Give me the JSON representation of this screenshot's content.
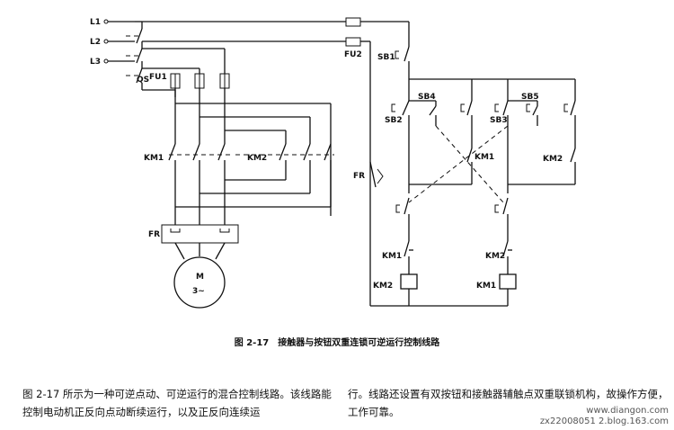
{
  "labels": {
    "l1": "L1",
    "l2": "L2",
    "l3": "L3",
    "qs": "QS",
    "fu1": "FU1",
    "fu2": "FU2",
    "km1_main": "KM1",
    "km2_main": "KM2",
    "fr_main": "FR",
    "motor_m": "M",
    "motor_spec": "3~",
    "sb1": "SB1",
    "sb2": "SB2",
    "sb3": "SB3",
    "sb4": "SB4",
    "sb5": "SB5",
    "km1_hold": "KM1",
    "km2_hold": "KM2",
    "fr_ctrl": "FR",
    "km1_interlock": "KM1",
    "km2_interlock": "KM2",
    "km2_coil": "KM2",
    "km1_coil": "KM1"
  },
  "caption": "图 2-17　接触器与按钮双重连锁可逆运行控制线路",
  "text": {
    "left": "图 2-17 所示为一种可逆点动、可逆运行的混合控制线路。该线路能控制电动机正反向点动断续运行，以及正反向连续运",
    "right": "行。线路还设置有双按钮和接触器辅触点双重联锁机构，故操作方便，工作可靠。"
  },
  "watermark": {
    "site": "www.diangon.com",
    "blog": "zx22008051 2.blog.163.com"
  }
}
